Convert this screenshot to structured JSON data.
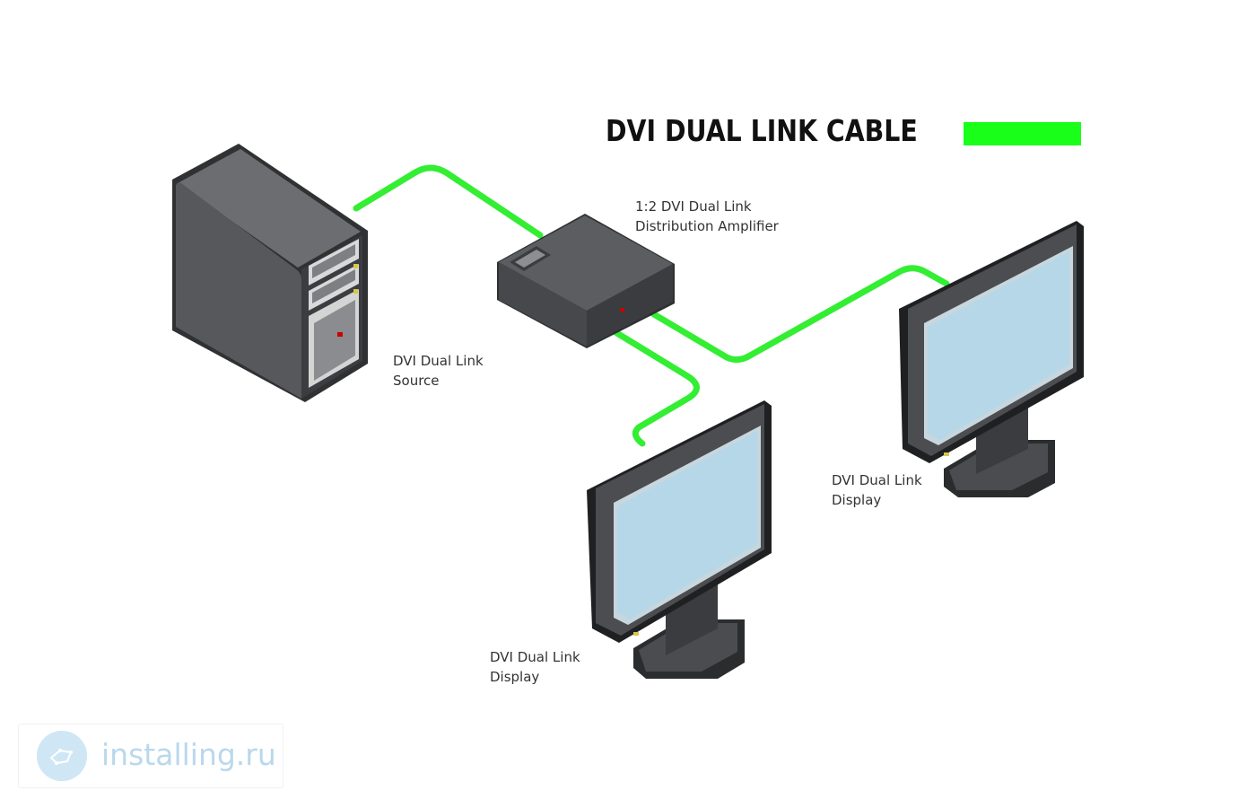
{
  "legend": {
    "title": "DVI DUAL LINK CABLE",
    "swatch_color": "#1aff1a"
  },
  "colors": {
    "cable": "#33ee33",
    "device_dark": "#55575a",
    "device_side": "#3e4043",
    "screen": "#b6d7e8",
    "led": "#cc0000"
  },
  "nodes": {
    "source": {
      "label_line1": "DVI Dual Link",
      "label_line2": "Source",
      "icon": "computer-tower-icon"
    },
    "amplifier": {
      "label_line1": "1:2 DVI Dual Link",
      "label_line2": "Distribution Amplifier",
      "icon": "distribution-amplifier-icon"
    },
    "display_center": {
      "label_line1": "DVI Dual Link",
      "label_line2": "Display",
      "icon": "monitor-icon"
    },
    "display_right": {
      "label_line1": "DVI Dual Link",
      "label_line2": "Display",
      "icon": "monitor-icon"
    }
  },
  "watermark": {
    "text": "installing.ru",
    "icon": "installing-logo-icon"
  }
}
